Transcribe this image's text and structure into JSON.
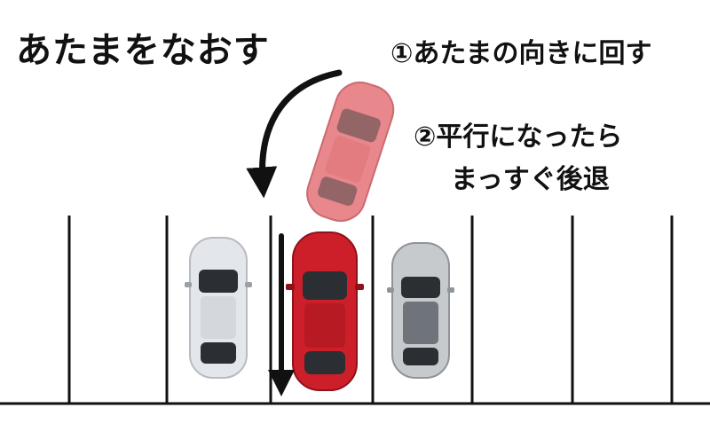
{
  "title": "あたまをなおす",
  "steps": {
    "step1": "①あたまの向きに回す",
    "step2_line1": "②平行になったら",
    "step2_line2": "まっすぐ後退"
  },
  "colors": {
    "line": "#111111",
    "red_car": "#cc1f2a",
    "red_car_ghost": "#e05a60",
    "silver_car": "#e3e6ea",
    "gray_car": "#8f949a",
    "window": "#2b2e33"
  },
  "icons": {
    "curved_arrow": "curved-arrow-icon",
    "down_arrow": "down-arrow-icon"
  }
}
